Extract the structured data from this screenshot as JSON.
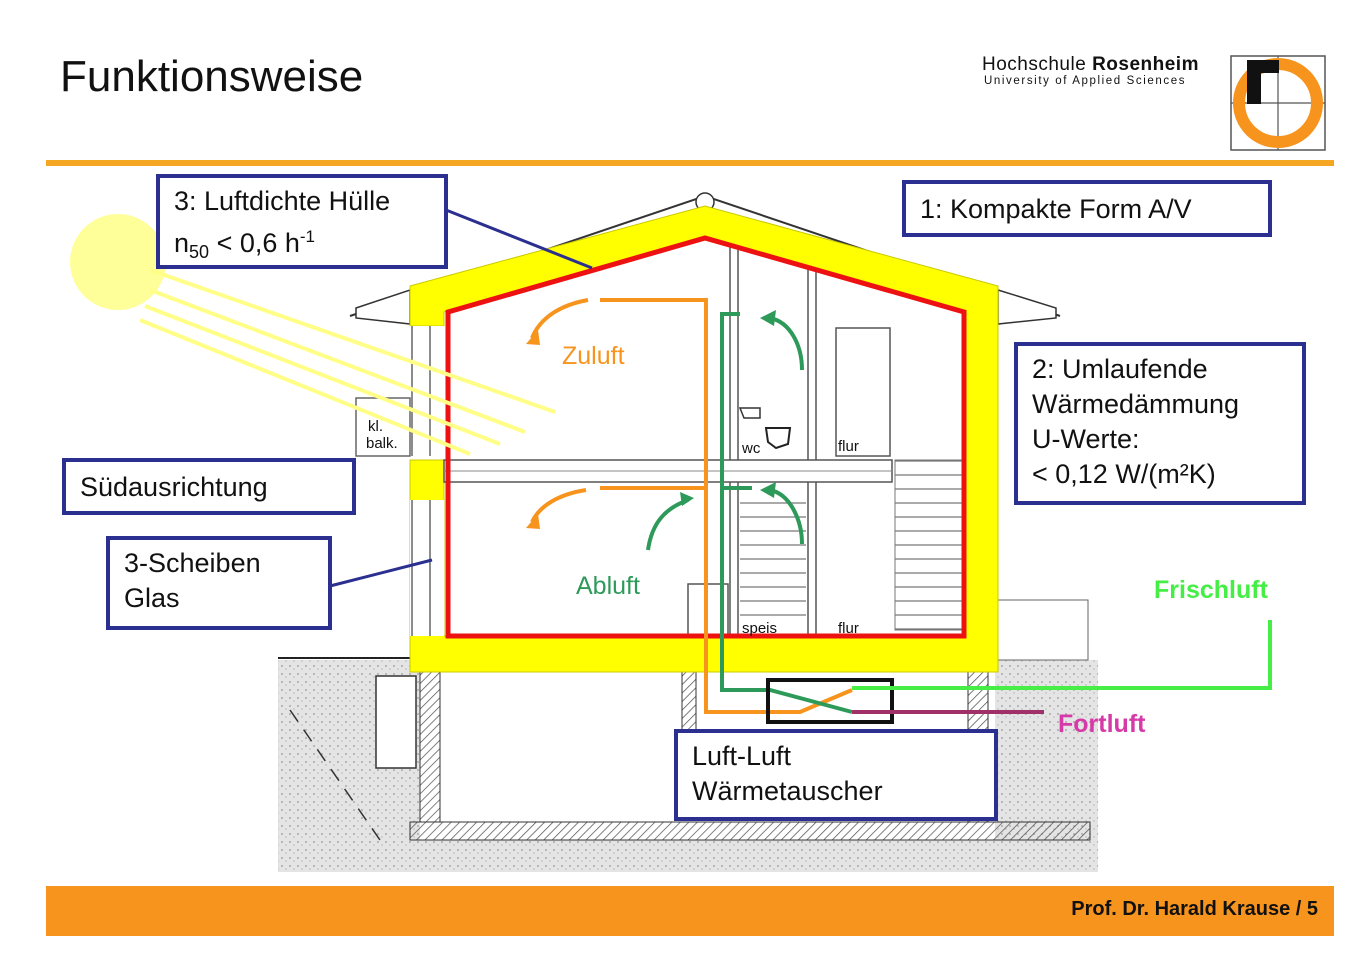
{
  "title": "Funktionsweise",
  "logo": {
    "name_regular": "Hochschule ",
    "name_bold": "Rosenheim",
    "subtitle": "University of Applied Sciences",
    "mark_letter": "r"
  },
  "footer": {
    "text": "Prof. Dr. Harald Krause / 5"
  },
  "callouts": {
    "airtight": {
      "line1": "3: Luftdichte Hülle",
      "n_symbol": "n",
      "n_sub": "50",
      "n_value": " < 0,6 h",
      "n_sup": "-1"
    },
    "compact": "1: Kompakte Form A/V",
    "insulation": {
      "line1": "2: Umlaufende",
      "line2": "Wärmedämmung",
      "line3": "U-Werte:",
      "line4": "< 0,12 W/(m²K)"
    },
    "south": "Südausrichtung",
    "glazing": {
      "line1": "3-Scheiben",
      "line2": "Glas"
    },
    "heat_exchanger": {
      "line1": "Luft-Luft",
      "line2": "Wärmetauscher"
    }
  },
  "airflows": {
    "supply": "Zuluft",
    "exhaust": "Abluft",
    "fresh": "Frischluft",
    "outgoing": "Fortluft"
  },
  "rooms": {
    "balcony_1": "kl.",
    "balcony_2": "balk.",
    "wc": "wc",
    "flur_upper": "flur",
    "speis": "speis",
    "flur_lower": "flur"
  },
  "colors": {
    "accent_orange": "#f7941d",
    "box_border": "#2b2f8f",
    "insulation_yellow": "#ffff00",
    "airtight_red": "#ee1111",
    "supply_orange": "#f7941d",
    "exhaust_green": "#2e9a5a",
    "fresh_green": "#44ee44",
    "outgoing_purple": "#a0306a",
    "outgoing_label": "#d63aa8"
  }
}
